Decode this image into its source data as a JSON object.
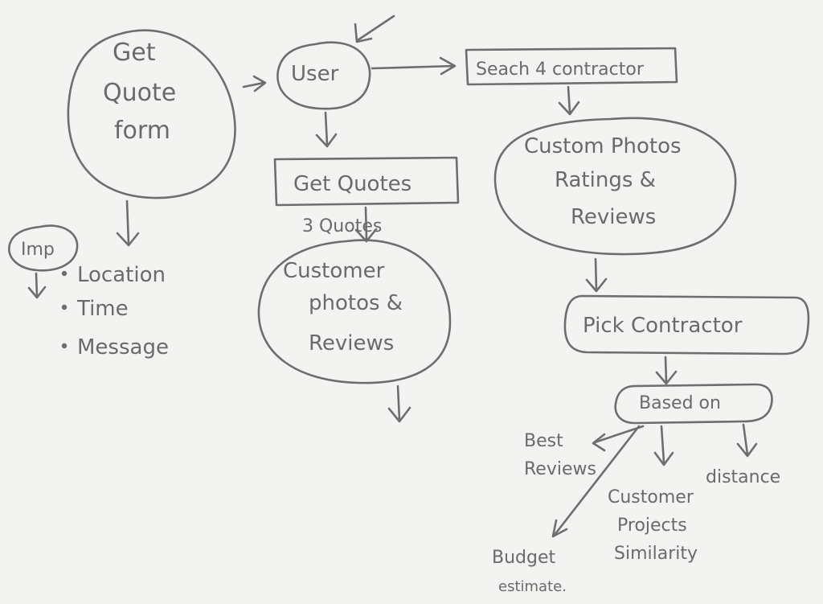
{
  "colors": {
    "paper": "#f3f3f1",
    "pencil": "#6e6e6e"
  },
  "quote_form": {
    "line1": "Get",
    "line2": "Quote",
    "line3": "form"
  },
  "user": {
    "label": "User"
  },
  "search": {
    "label": "Seach 4 contractor"
  },
  "get_quotes": {
    "label": "Get Quotes",
    "count_note": "3 Quotes"
  },
  "customer_photos": {
    "line1": "Customer",
    "line2": "photos &",
    "line3": "Reviews"
  },
  "custom_photos": {
    "line1": "Custom Photos",
    "line2": "Ratings &",
    "line3": "Reviews"
  },
  "pick": {
    "label": "Pick Contractor"
  },
  "based_on": {
    "label": "Based on"
  },
  "imp": {
    "label": "Imp",
    "bullets": [
      "Location",
      "Time",
      "Message"
    ]
  },
  "criteria": {
    "best_reviews_1": "Best",
    "best_reviews_2": "Reviews",
    "similarity_1": "Customer",
    "similarity_2": "Projects",
    "similarity_3": "Similarity",
    "distance": "distance",
    "budget_1": "Budget",
    "budget_2": "estimate."
  }
}
